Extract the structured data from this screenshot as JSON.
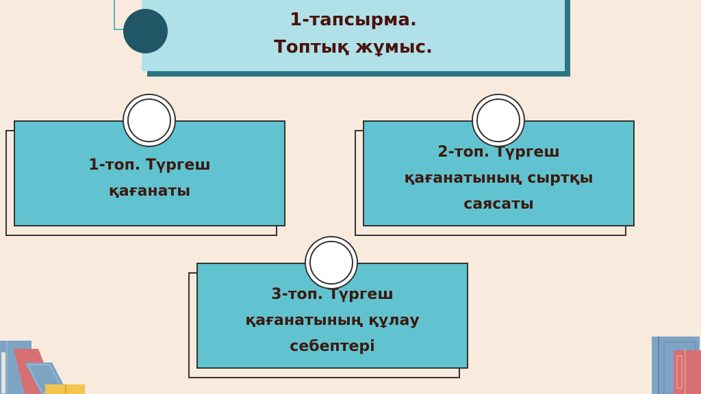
{
  "title": {
    "line1": "1-тапсырма.",
    "line2": "Топтық жұмыс."
  },
  "cards": [
    {
      "lines": [
        "1-топ. Түргеш",
        "қағанаты"
      ]
    },
    {
      "lines": [
        "2-топ. Түргеш",
        "қағанатының сыртқы",
        "саясаты"
      ]
    },
    {
      "lines": [
        "3-топ. Түргеш",
        "қағанатының құлау",
        "себептері"
      ]
    }
  ],
  "colors": {
    "background": "#f8ebdd",
    "title_box": "#b0e0e8",
    "title_shadow": "#2e7582",
    "card": "#62c3d0",
    "text": "#3b1a10"
  }
}
